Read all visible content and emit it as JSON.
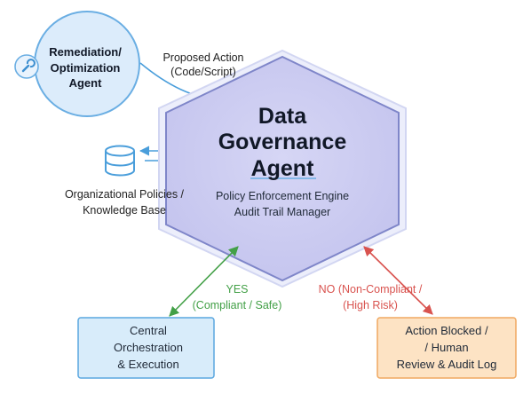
{
  "remediation_agent": {
    "name": "Remediation/ Optimization Agent",
    "icon": "wrench-icon"
  },
  "proposed_action": {
    "line1": "Proposed Action",
    "line2": "(Code/Script)"
  },
  "knowledge_base": {
    "icon": "database-icon",
    "line1": "Organizational Policies /",
    "line2": "Knowledge Base"
  },
  "governance_agent": {
    "title_line1": "Data",
    "title_line2": "Governance",
    "title_line3": "Agent",
    "component1": "Policy Enforcement Engine",
    "component2": "Audit Trail Manager"
  },
  "decision_yes": {
    "line1": "YES",
    "line2": "(Compliant / Safe)"
  },
  "decision_no": {
    "line1": "NO (Non-Compliant /",
    "line2": "(High Risk)"
  },
  "central_orchestration": {
    "line1": "Central",
    "line2": "Orchestration",
    "line3": "& Execution"
  },
  "action_blocked": {
    "line1": "Action Blocked /",
    "line2": "/ Human",
    "line3": "Review & Audit Log"
  },
  "colors": {
    "hex_fill": "#ccccf0",
    "hex_stroke": "#7f86c9",
    "blue_accent": "#4a9edb",
    "green": "#43a047",
    "red": "#d9534f",
    "orange_fill": "#fde3c4",
    "orange_stroke": "#f0a860"
  }
}
